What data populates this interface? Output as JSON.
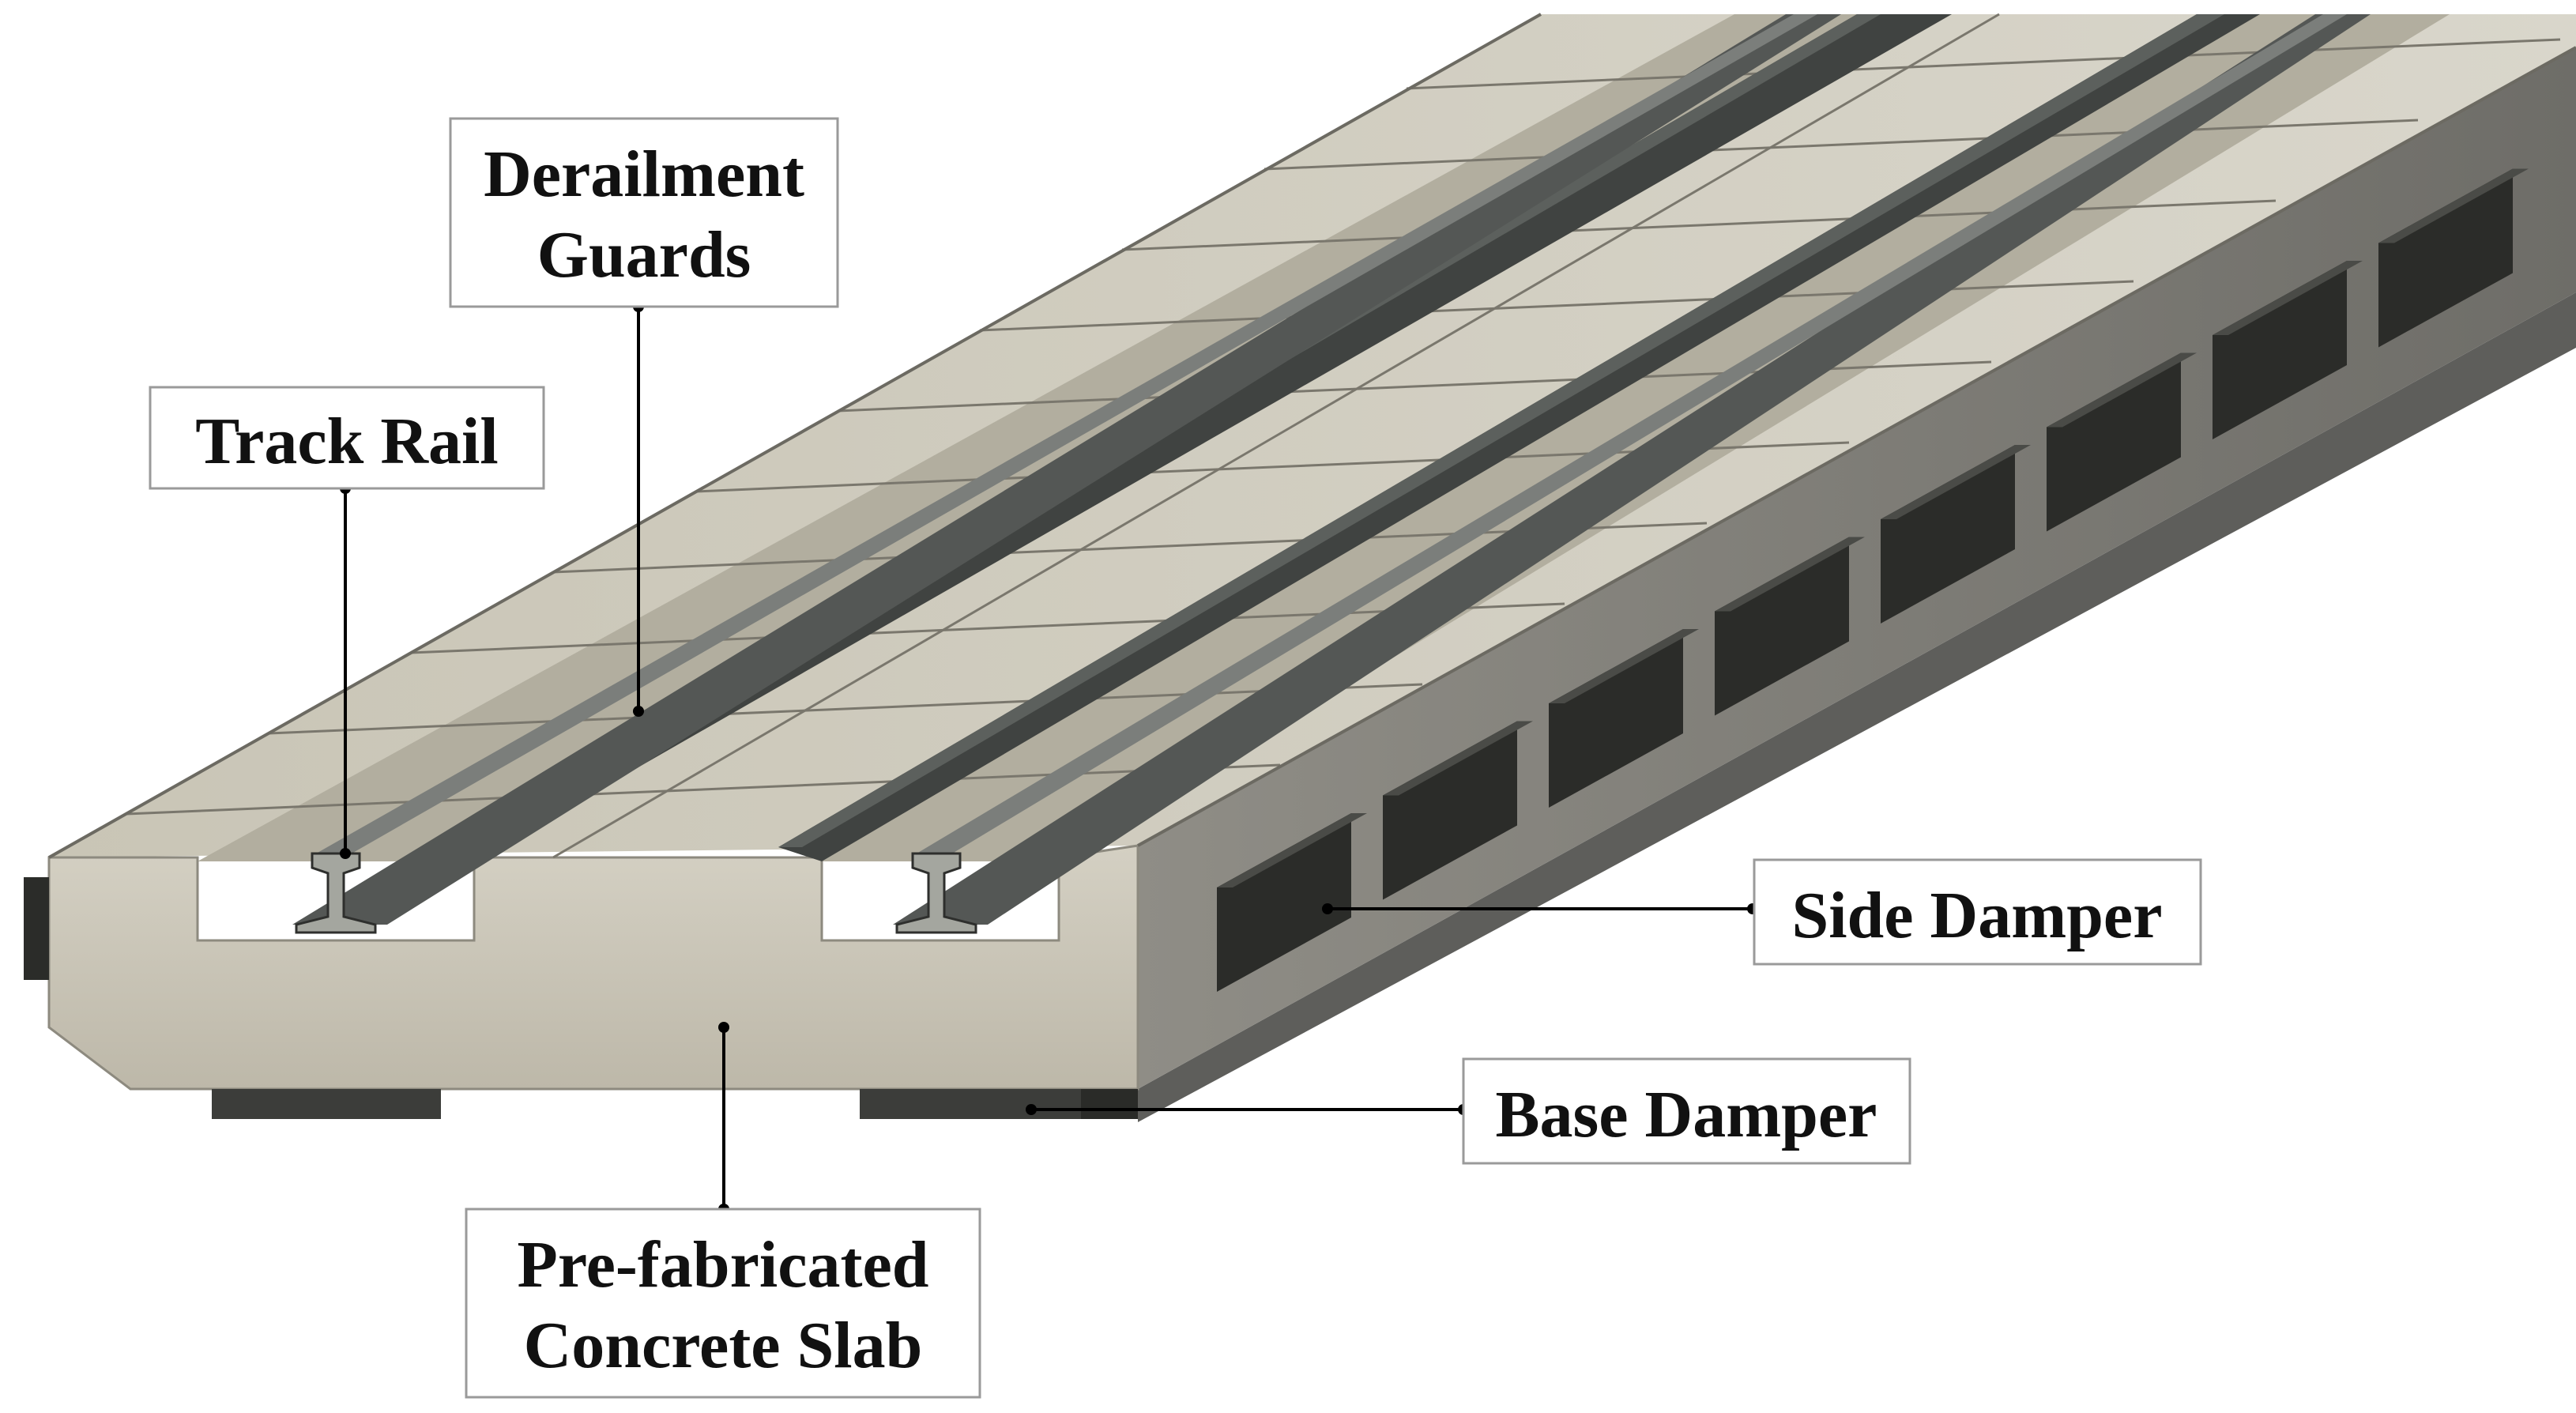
{
  "labels": {
    "derailment_guards": [
      "Derailment",
      "Guards"
    ],
    "track_rail": [
      "Track Rail"
    ],
    "side_damper": [
      "Side Damper"
    ],
    "base_damper": [
      "Base Damper"
    ],
    "concrete_slab": [
      "Pre-fabricated",
      "Concrete Slab"
    ]
  },
  "colors": {
    "concrete": "#c9c4b7",
    "concrete_light": "#d8d4c8",
    "concrete_dark": "#a9a597",
    "rail_steel": "#4f5250",
    "guard_steel": "#3a3c3b",
    "damper": "#2b2c29",
    "leader_line": "#000000"
  },
  "parts": [
    "track-rail",
    "derailment-guard",
    "side-damper",
    "base-damper",
    "concrete-slab"
  ]
}
